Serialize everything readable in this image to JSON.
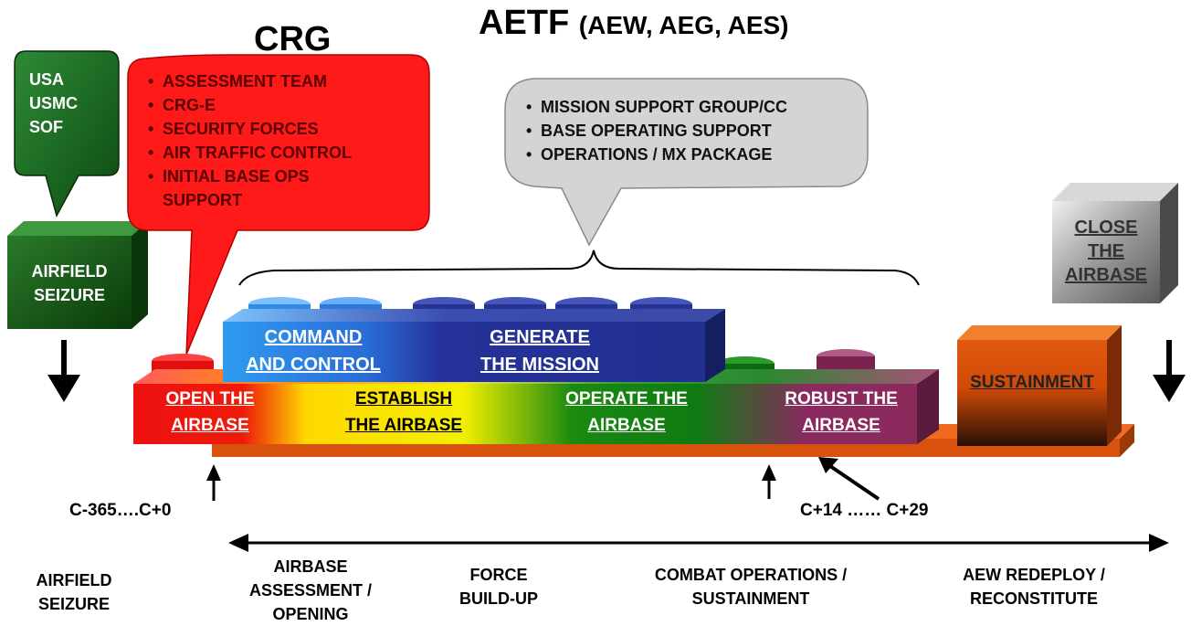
{
  "header": {
    "aetf_title": "AETF",
    "aetf_sub": "(AEW, AEG, AES)",
    "crg_title": "CRG"
  },
  "green_bubble": {
    "lines": [
      "USA",
      "USMC",
      "SOF"
    ]
  },
  "red_bubble": {
    "items": [
      "ASSESSMENT TEAM",
      "CRG-E",
      "SECURITY FORCES",
      "AIR TRAFFIC CONTROL",
      "INITIAL BASE OPS SUPPORT"
    ]
  },
  "gray_bubble": {
    "items": [
      "MISSION SUPPORT GROUP/CC",
      "BASE OPERATING SUPPORT",
      "OPERATIONS / MX PACKAGE"
    ]
  },
  "blocks": {
    "airfield_seizure": {
      "line1": "AIRFIELD",
      "line2": "SEIZURE"
    },
    "close_airbase": {
      "line1": "CLOSE",
      "line2": "THE",
      "line3": "AIRBASE"
    },
    "command_control": {
      "line1": "COMMAND",
      "line2": "AND CONTROL"
    },
    "generate_mission": {
      "line1": "GENERATE",
      "line2": "THE MISSION"
    },
    "open_airbase": {
      "line1": "OPEN THE",
      "line2": "AIRBASE"
    },
    "establish_airbase": {
      "line1": "ESTABLISH",
      "line2": "THE AIRBASE"
    },
    "operate_airbase": {
      "line1": "OPERATE THE",
      "line2": "AIRBASE"
    },
    "robust_airbase": {
      "line1": "ROBUST THE",
      "line2": "AIRBASE"
    },
    "sustainment": {
      "label": "SUSTAINMENT"
    }
  },
  "timeline": {
    "c_minus": "C-365….C+0",
    "c_plus": "C+14 …… C+29"
  },
  "phases": {
    "seizure": {
      "line1": "AIRFIELD",
      "line2": "SEIZURE"
    },
    "assessment": {
      "line1": "AIRBASE",
      "line2": "ASSESSMENT /",
      "line3": "OPENING"
    },
    "buildup": {
      "line1": "FORCE",
      "line2": "BUILD-UP"
    },
    "combat": {
      "line1": "COMBAT OPERATIONS /",
      "line2": "SUSTAINMENT"
    },
    "redeploy": {
      "line1": "AEW REDEPLOY /",
      "line2": "RECONSTITUTE"
    }
  }
}
